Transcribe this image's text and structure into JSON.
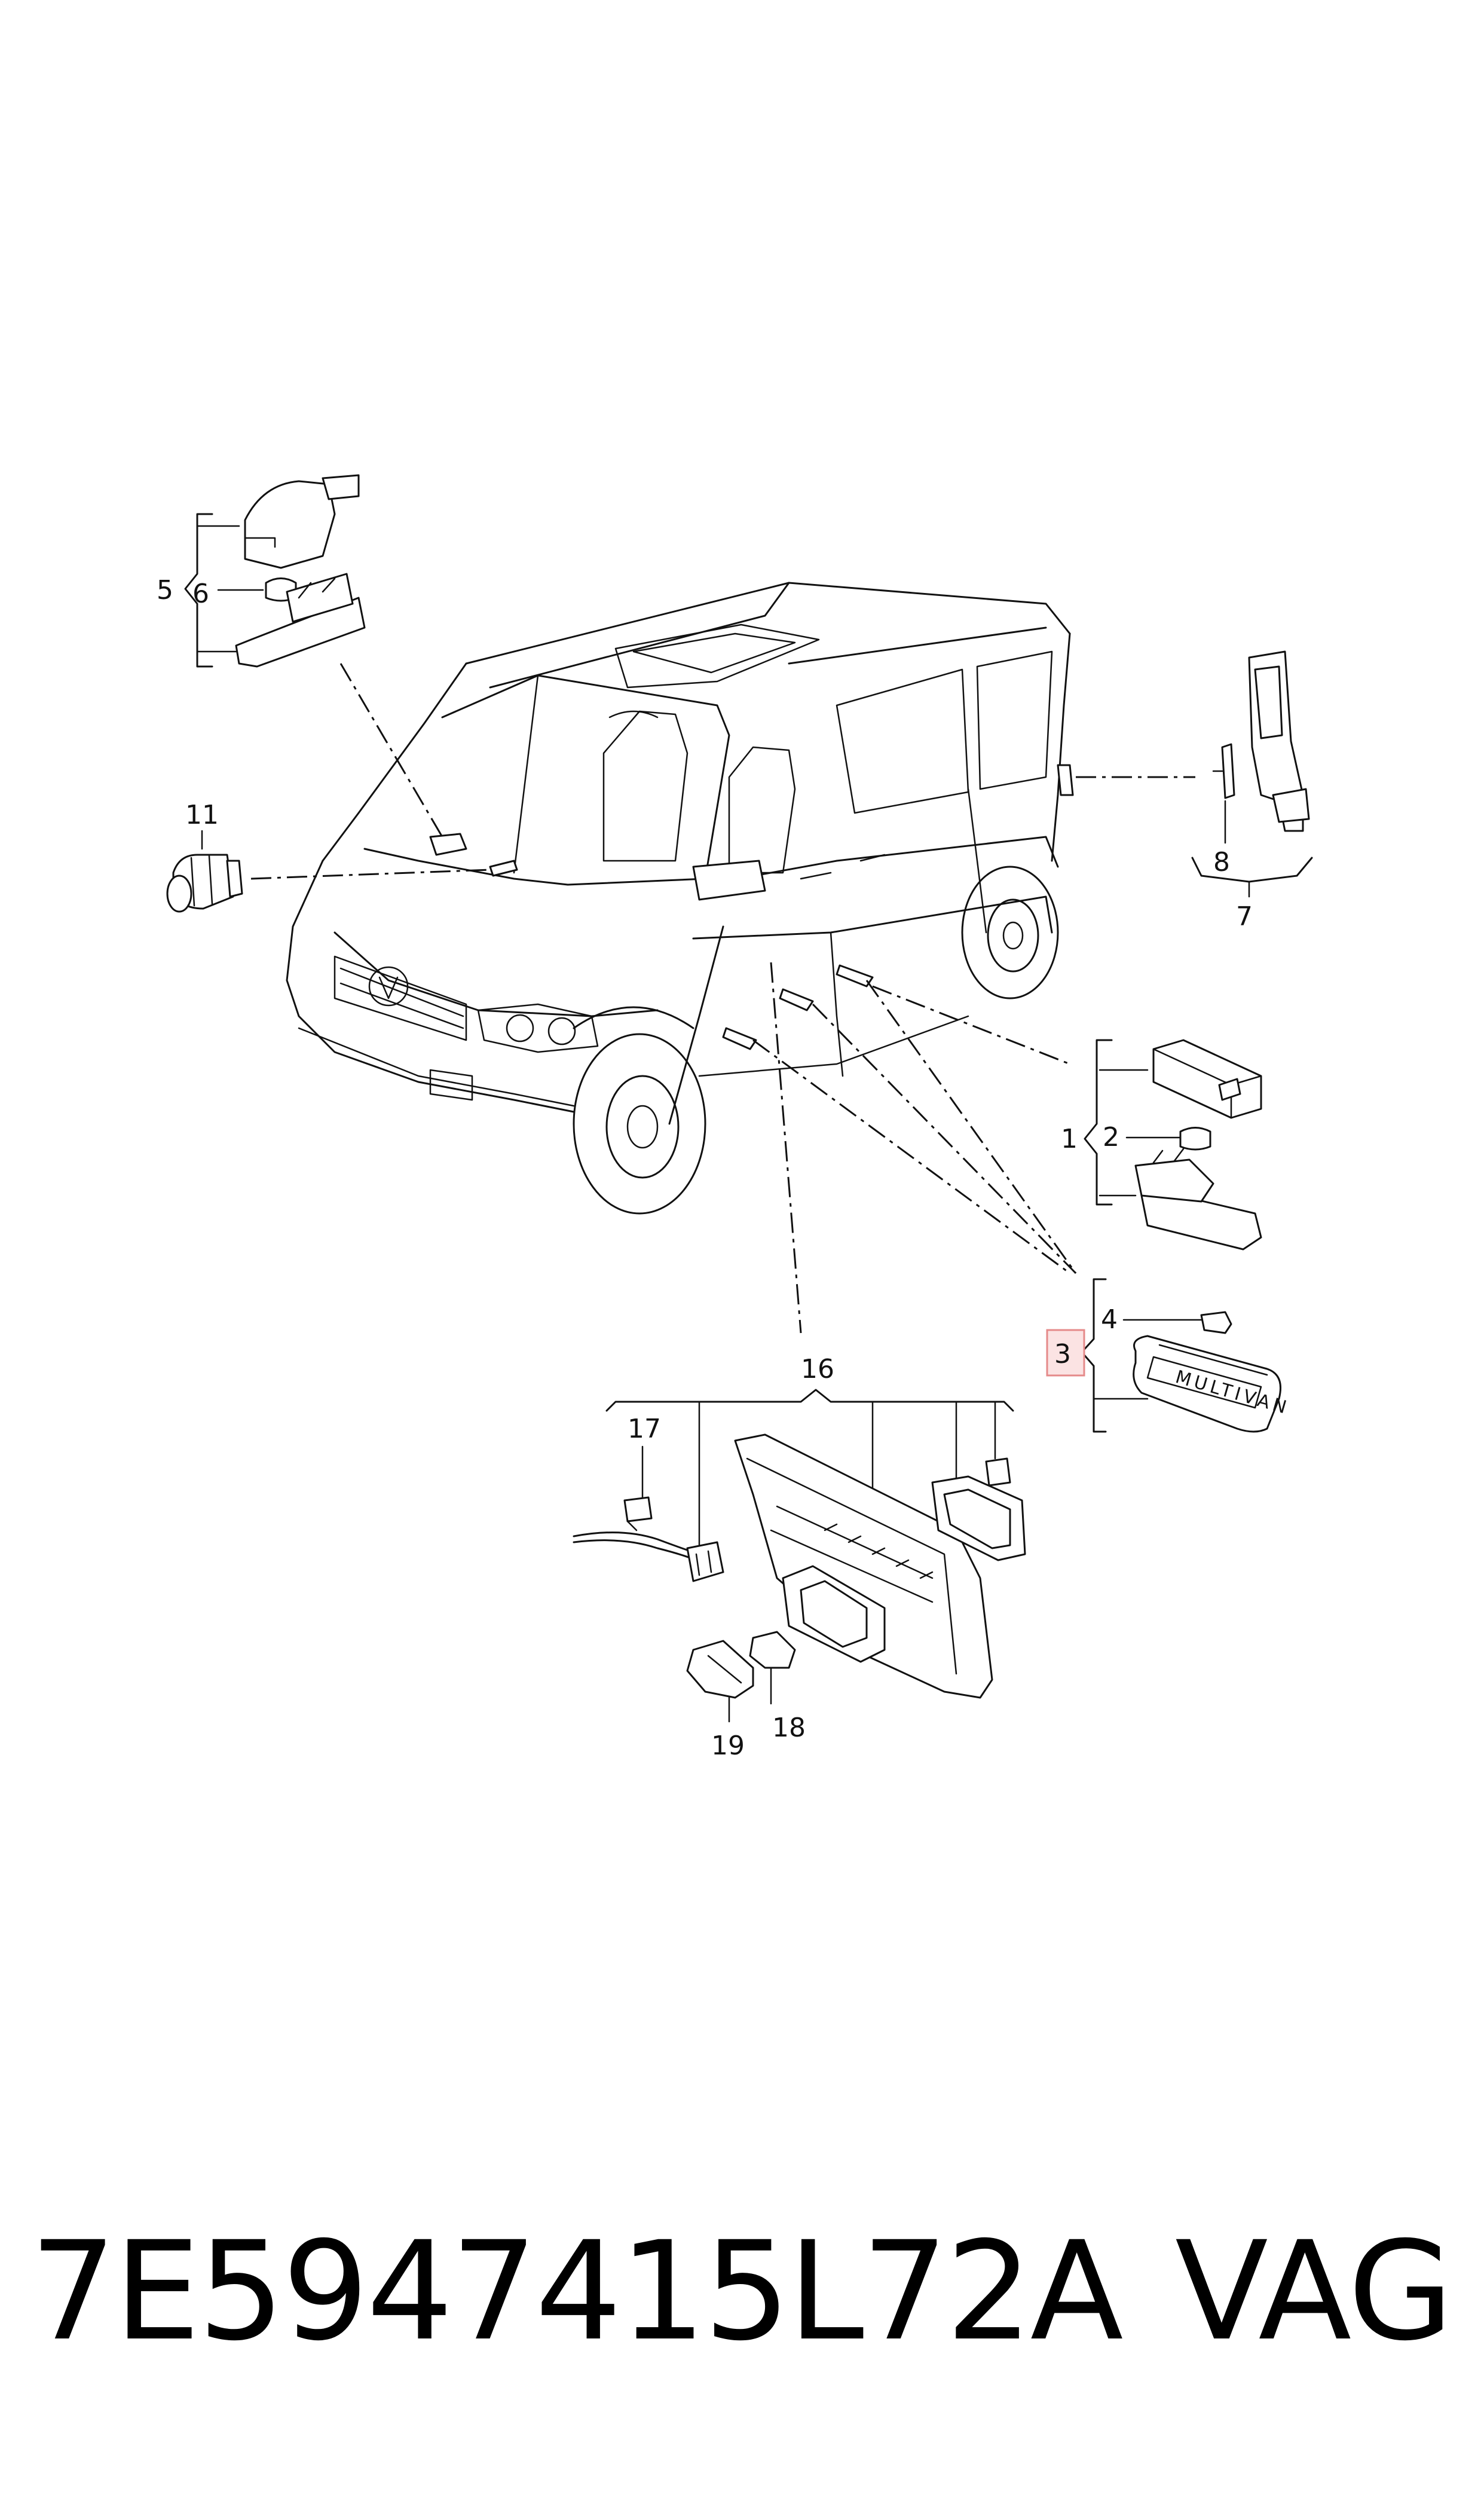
{
  "callouts": {
    "c1": "1",
    "c2": "2",
    "c3": "3",
    "c4": "4",
    "c5": "5",
    "c6": "6",
    "c7": "7",
    "c8": "8",
    "c11": "11",
    "c16": "16",
    "c17": "17",
    "c18": "18",
    "c19": "19"
  },
  "highlight_color": "#e58a8a",
  "footer": {
    "part_number": "7E5947415L72A",
    "brand": "VAG"
  }
}
